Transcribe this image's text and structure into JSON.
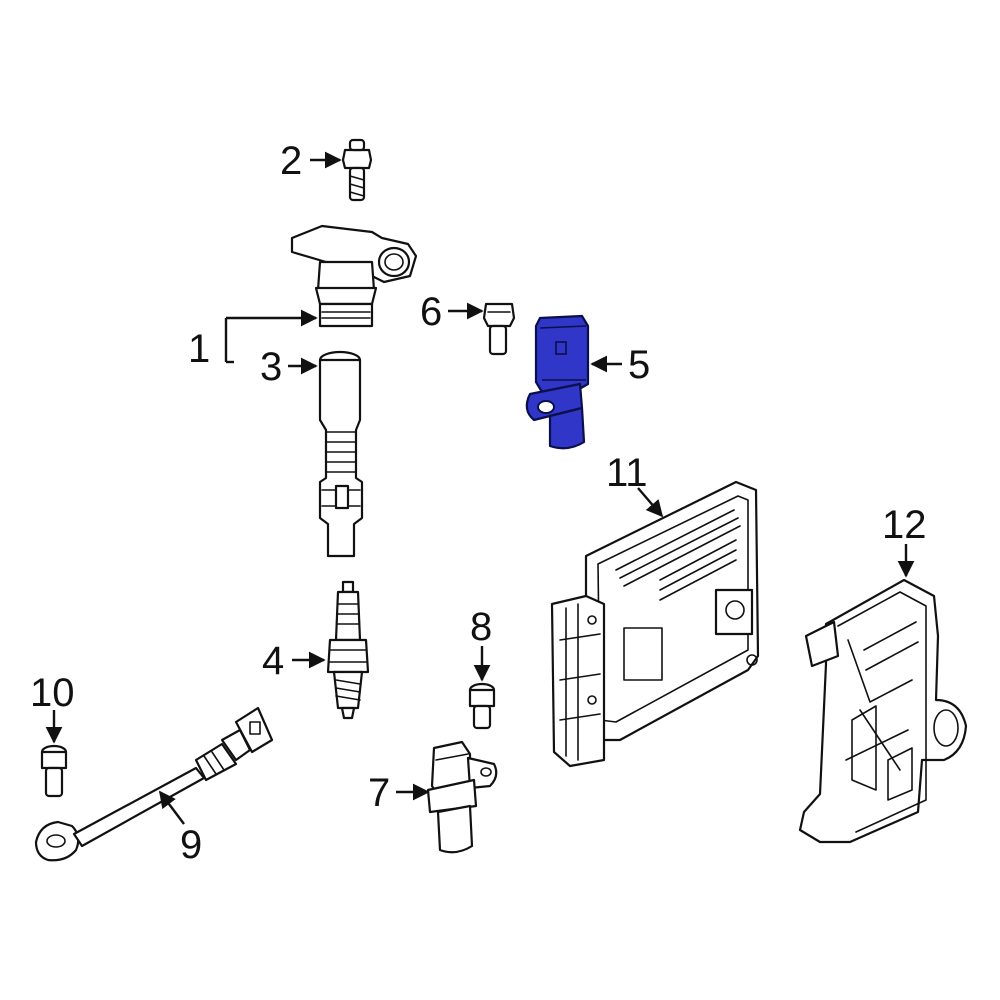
{
  "diagram": {
    "highlight_color": "#2f36c8",
    "highlighted_part": "5",
    "callouts": {
      "c1": "1",
      "c2": "2",
      "c3": "3",
      "c4": "4",
      "c5": "5",
      "c6": "6",
      "c7": "7",
      "c8": "8",
      "c9": "9",
      "c10": "10",
      "c11": "11",
      "c12": "12"
    }
  }
}
